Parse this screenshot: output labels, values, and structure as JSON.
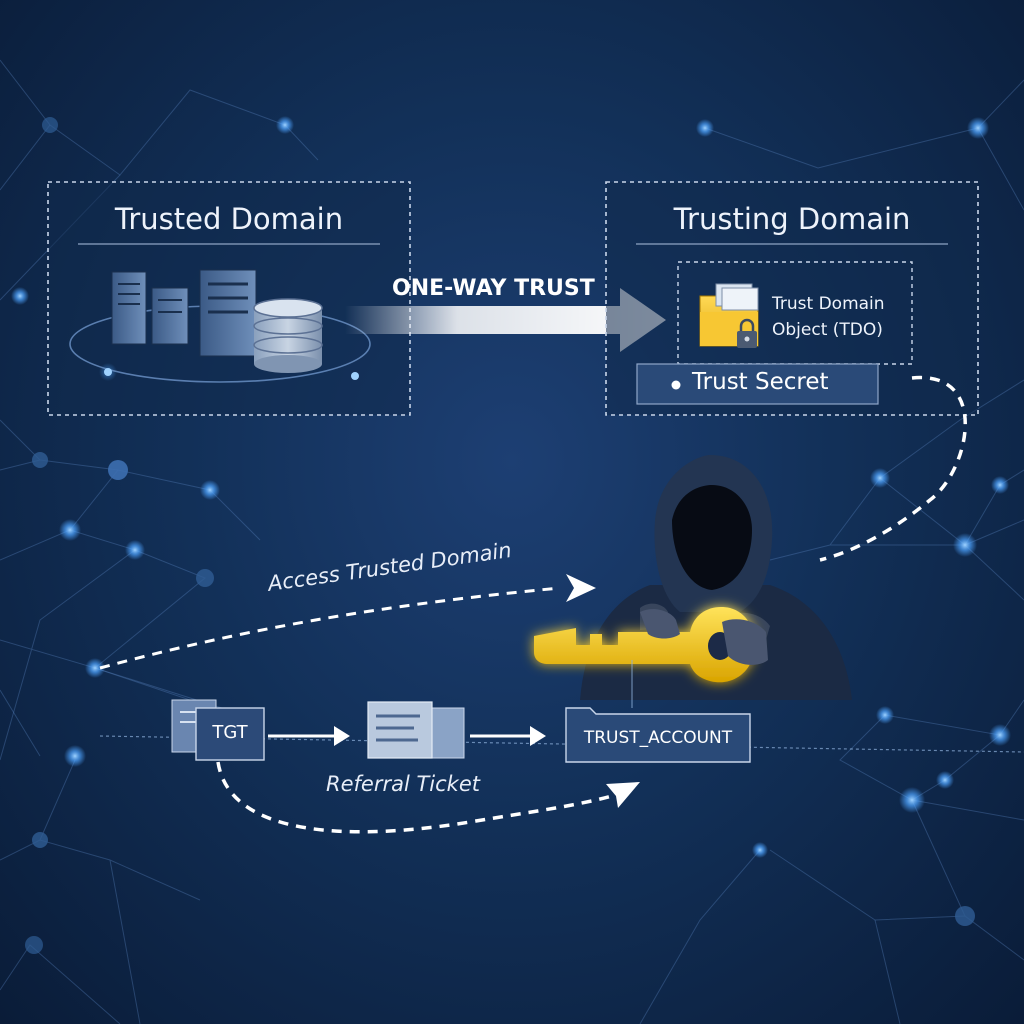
{
  "trusted_domain": {
    "title": "Trusted Domain"
  },
  "trust_arrow": {
    "label": "ONE-WAY TRUST"
  },
  "trusting_domain": {
    "title": "Trusting Domain",
    "tdo_line1": "Trust Domain",
    "tdo_line2": "Object (TDO)",
    "secret_label": "Trust Secret"
  },
  "attack_path": {
    "access_label": "Access Trusted Domain",
    "referral_label": "Referral Ticket",
    "tgt_label": "TGT",
    "account_label": "TRUST_ACCOUNT"
  },
  "colors": {
    "background": "#123058",
    "accent": "#f5c400",
    "node": "#4da3ff",
    "box_border": "#c9d6ea"
  },
  "icons": {
    "servers": "server-stack-icon",
    "database": "database-icon",
    "folder": "folder-icon",
    "lock": "lock-icon",
    "key": "key-icon",
    "attacker": "hooded-attacker-icon",
    "ticket": "ticket-document-icon"
  }
}
